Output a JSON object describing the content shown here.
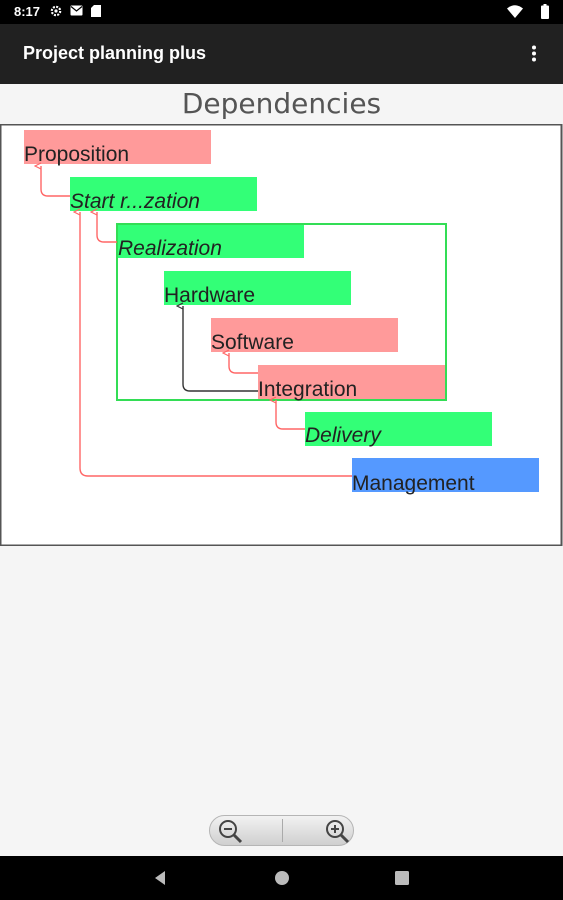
{
  "status_bar": {
    "time": "8:17",
    "left_icons": [
      "gear-icon",
      "mail-icon",
      "sd-card-icon"
    ],
    "right_icons": [
      "wifi-icon",
      "battery-icon"
    ]
  },
  "app_bar": {
    "title": "Project planning plus",
    "menu_icon": "overflow-menu-icon"
  },
  "page_title": "Dependencies",
  "diagram": {
    "tasks": [
      {
        "label": "Proposition",
        "style": "normal",
        "color": "#ff9a9a"
      },
      {
        "label": "Start r...zation",
        "style": "italic",
        "color": "#33ff77"
      },
      {
        "label": "Realization",
        "style": "italic",
        "color": "#33ff77"
      },
      {
        "label": "Hardware",
        "style": "normal",
        "color": "#33ff77"
      },
      {
        "label": "Software",
        "style": "normal",
        "color": "#ff9a9a"
      },
      {
        "label": "Integration",
        "style": "normal",
        "color": "#ff9a9a"
      },
      {
        "label": "Delivery",
        "style": "italic",
        "color": "#33ff77"
      },
      {
        "label": "Management",
        "style": "normal",
        "color": "#5599ff"
      }
    ],
    "dependencies": [
      {
        "from": "Start r...zation",
        "to": "Proposition",
        "color": "#ff6666"
      },
      {
        "from": "Realization",
        "to": "Start r...zation",
        "color": "#ff6666"
      },
      {
        "from": "Integration",
        "to": "Hardware",
        "color": "#333333"
      },
      {
        "from": "Integration",
        "to": "Software",
        "color": "#ff6666"
      },
      {
        "from": "Delivery",
        "to": "Integration",
        "color": "#ff6666"
      },
      {
        "from": "Management",
        "to": "Start r...zation",
        "color": "#ff6666"
      }
    ],
    "group": {
      "name": "Realization",
      "border_color": "#33dd55"
    }
  },
  "zoom": {
    "zoom_out_icon": "zoom-out-icon",
    "zoom_in_icon": "zoom-in-icon"
  },
  "nav_bar": {
    "icons": [
      "back-icon",
      "home-icon",
      "recents-icon"
    ]
  },
  "colors": {
    "status_bar": "#000000",
    "app_bar": "#212121",
    "background": "#f5f5f5",
    "task_red": "#ff9a9a",
    "task_green": "#33ff77",
    "task_blue": "#5599ff"
  }
}
